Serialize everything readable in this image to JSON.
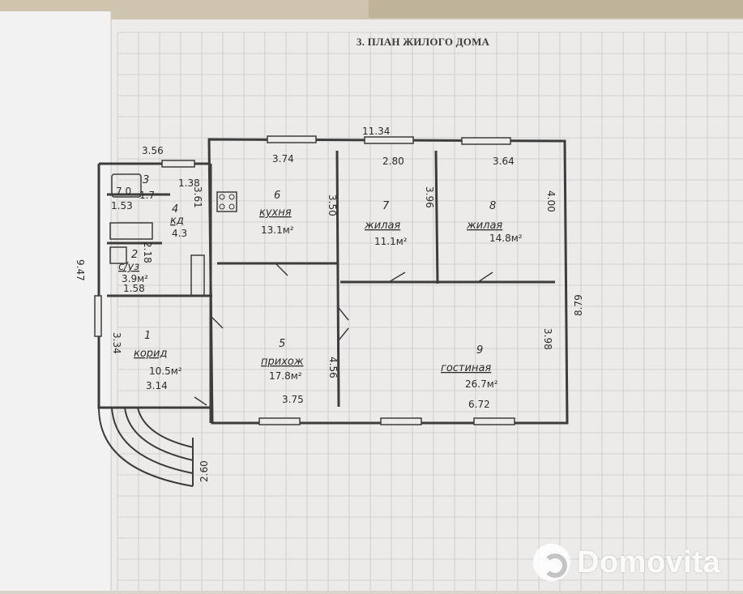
{
  "sheet_title": "3. ПЛАН ЖИЛОГО ДОМА",
  "watermark": {
    "logo": "Domovita",
    "icon": "domovita-logo-icon"
  },
  "dimensions": {
    "house_width": "11.34",
    "annex_width": "3.56",
    "kitchen_width": "3.74",
    "room7_width": "2.80",
    "room8_width": "3.64",
    "wc3_width": "1.38",
    "kitchen_depth": "3.50",
    "room7_depth": "3.96",
    "room8_depth": "4.00",
    "house_depth": "8.79",
    "annex_depth": "9.47",
    "boiler_depth": "3.61",
    "bath_depth": "2.18",
    "bath_width": "1.58",
    "bath_small": "1.53",
    "hall_depth": "3.34",
    "hall_width": "3.14",
    "living_depth": "3.98",
    "corridor_depth": "4.56",
    "corridor_width": "3.75",
    "living_width": "6.72",
    "porch_width": "2.60"
  },
  "rooms": [
    {
      "num": "6",
      "name": "кухня",
      "area": "13.1м²"
    },
    {
      "num": "7",
      "name": "жилая",
      "area": "11.1м²"
    },
    {
      "num": "8",
      "name": "жилая",
      "area": "14.8м²"
    },
    {
      "num": "5",
      "name": "прихож",
      "area": "17.8м²"
    },
    {
      "num": "9",
      "name": "гостиная",
      "area": "26.7м²"
    },
    {
      "num": "1",
      "name": "корид",
      "area": "10.5м²"
    },
    {
      "num": "4",
      "name": "кд",
      "area": "4.3"
    },
    {
      "num": "2",
      "name": "с/уз",
      "area": "3.9м²"
    },
    {
      "num": "3",
      "name": "",
      "area": "1.7"
    }
  ],
  "misc": {
    "boiler_text": "7.0"
  }
}
